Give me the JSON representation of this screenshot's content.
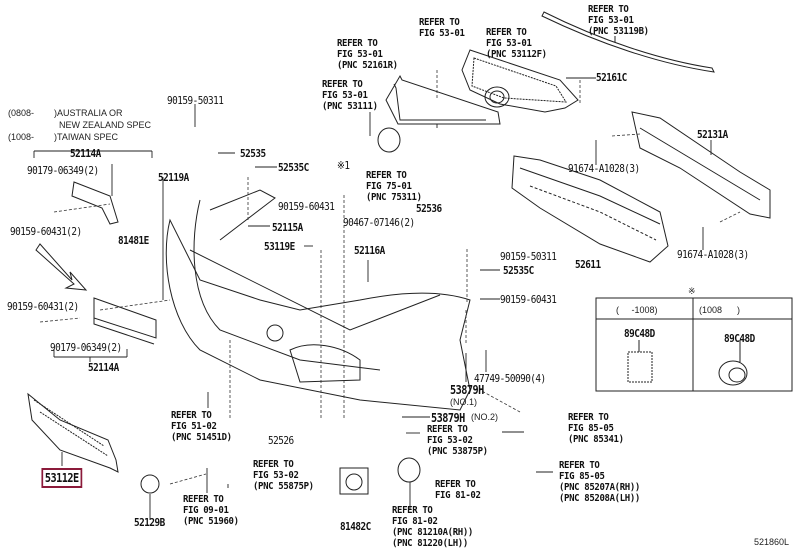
{
  "diagram_id": "521860L",
  "notes": {
    "line1_code": "(0808-",
    "line1_text": ")AUSTRALIA OR",
    "line2_text": "NEW ZEALAND SPEC",
    "line3_code": "(1008-",
    "line3_text": ")TAIWAN SPEC"
  },
  "parts": {
    "p52114A_top": "52114A",
    "p90179_top": "90179-06349(2)",
    "p90159_left_top": "90159-60431(2)",
    "p90159_left_bottom": "90159-60431(2)",
    "p90179_bottom": "90179-06349(2)",
    "p52114A_bottom": "52114A",
    "p81481E": "81481E",
    "p90159_50311_top": "90159-50311",
    "p52535": "52535",
    "p52535C_top": "52535C",
    "p52119A": "52119A",
    "p90159_60431_mid": "90159-60431",
    "p52115A": "52115A",
    "p53119E": "53119E",
    "p52116A": "52116A",
    "p90467": "90467-07146(2)",
    "mark1": "※1",
    "p52536": "52536",
    "p90159_50311_right": "90159-50311",
    "p52535C_right": "52535C",
    "p90159_60431_right": "90159-60431",
    "p47749": "47749-50090(4)",
    "p53879H_no1": "53879H",
    "p53879H_no1_sub": "(NO.1)",
    "p53879H_no2": "53879H",
    "p53879H_no2_sub": "(NO.2)",
    "p52161C": "52161C",
    "p52131A": "52131A",
    "p91674_top": "91674-A1028(3)",
    "p91674_bottom": "91674-A1028(3)",
    "p52611": "52611",
    "p52526": "52526",
    "p81482C": "81482C",
    "p52129B": "52129B",
    "p53112E": "53112E"
  },
  "references": {
    "r_52161R": "REFER TO\nFIG 53-01\n(PNC 52161R)",
    "r_53-01_plain": "REFER TO\nFIG 53-01",
    "r_53112F": "REFER TO\nFIG 53-01\n(PNC 53112F)",
    "r_53111": "REFER TO\nFIG 53-01\n(PNC 53111)",
    "r_53119B": "REFER TO\nFIG 53-01\n(PNC 53119B)",
    "r_75311": "REFER TO\nFIG 75-01\n(PNC 75311)",
    "r_51451D": "REFER TO\nFIG 51-02\n(PNC 51451D)",
    "r_51960": "REFER TO\nFIG 09-01\n(PNC 51960)",
    "r_55875P_left": "REFER TO\nFIG 53-02\n(PNC 55875P)",
    "r_53875P": "REFER TO\nFIG 53-02\n(PNC 53875P)",
    "r_81-02_plain": "REFER TO\nFIG 81-02",
    "r_81210A": "REFER TO\nFIG 81-02\n(PNC 81210A(RH))\n(PNC 81220(LH))",
    "r_85341": "REFER TO\nFIG 85-05\n(PNC 85341)",
    "r_85207A": "REFER TO\nFIG 85-05\n(PNC 85207A(RH))\n(PNC 85208A(LH))"
  },
  "variant_table": {
    "mark": "※",
    "col1_header": "(     -1008)",
    "col2_header": "(1008      )",
    "col1_part": "89C48D",
    "col2_part": "89C48D"
  },
  "highlight": {
    "part": "53112E",
    "color": "#8b1a3a"
  }
}
